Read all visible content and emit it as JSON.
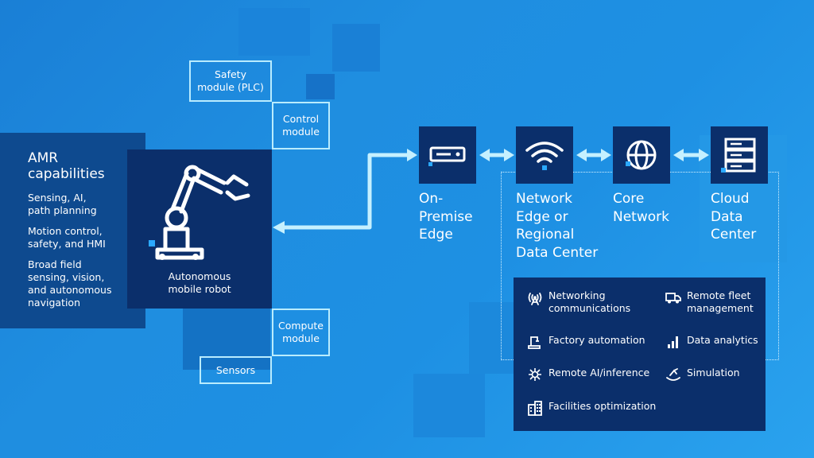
{
  "capabilities": {
    "title_line1": "AMR",
    "title_line2": "capabilities",
    "items": [
      {
        "line1": "Sensing, AI,",
        "line2": "path planning"
      },
      {
        "line1": "Motion control,",
        "line2": "safety, and HMI"
      },
      {
        "line1": "Broad field",
        "line2": "sensing, vision,",
        "line3": "and autonomous",
        "line4": "navigation"
      }
    ]
  },
  "robot": {
    "label_line1": "Autonomous",
    "label_line2": "mobile robot"
  },
  "modules": {
    "safety": {
      "line1": "Safety",
      "line2": "module (PLC)"
    },
    "control": {
      "line1": "Control",
      "line2": "module"
    },
    "compute": {
      "line1": "Compute",
      "line2": "module"
    },
    "sensors": {
      "line1": "Sensors"
    }
  },
  "nodes": [
    {
      "icon": "edge-server-icon",
      "lines": [
        "On-",
        "Premise",
        "Edge"
      ]
    },
    {
      "icon": "wifi-icon",
      "lines": [
        "Network",
        "Edge or",
        "Regional",
        "Data Center"
      ]
    },
    {
      "icon": "globe-icon",
      "lines": [
        "Core",
        "Network"
      ]
    },
    {
      "icon": "server-rack-icon",
      "lines": [
        "Cloud",
        "Data",
        "Center"
      ]
    }
  ],
  "services": [
    {
      "icon": "antenna-icon",
      "line1": "Networking",
      "line2": "communications"
    },
    {
      "icon": "truck-icon",
      "line1": "Remote fleet",
      "line2": "management"
    },
    {
      "icon": "factory-arm-icon",
      "line1": "Factory automation"
    },
    {
      "icon": "bar-chart-icon",
      "line1": "Data analytics"
    },
    {
      "icon": "ai-brain-icon",
      "line1": "Remote AI/inference"
    },
    {
      "icon": "simulation-icon",
      "line1": "Simulation"
    },
    {
      "icon": "building-icon",
      "line1": "Facilities optimization"
    }
  ],
  "colors": {
    "dark_navy": "#0b2f6b",
    "panel_blue": "#0e4a8f",
    "accent_cyan": "#b9ecff",
    "background": "#1e90e3"
  }
}
